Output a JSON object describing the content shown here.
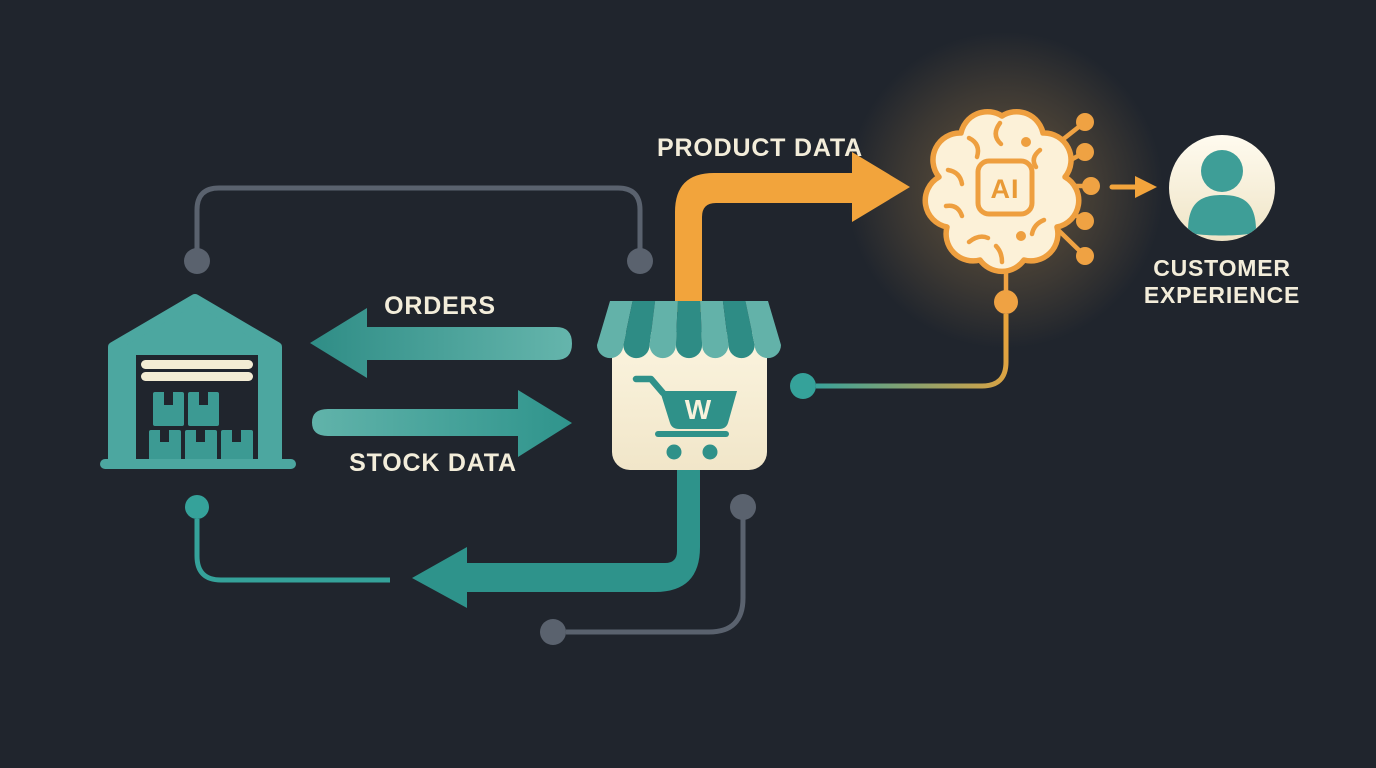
{
  "diagram": {
    "type": "flow-illustration",
    "colors": {
      "background": "#20252D",
      "teal": "#3A9E96",
      "teal_dark": "#2E8C85",
      "teal_light": "#63B2A9",
      "orange": "#F2A43C",
      "cream": "#F3EDDA",
      "gray": "#5A626E"
    },
    "nodes": {
      "warehouse": {
        "icon": "warehouse-icon"
      },
      "store": {
        "icon": "storefront-cart-icon",
        "cart_letter": "W"
      },
      "ai": {
        "icon": "ai-brain-chip-icon",
        "chip_label": "AI"
      },
      "customer": {
        "icon": "customer-avatar-icon",
        "label": "CUSTOMER EXPERIENCE"
      }
    },
    "edges": [
      {
        "id": "orders",
        "from": "store",
        "to": "warehouse",
        "label": "ORDERS",
        "style": "teal-gradient-arrow"
      },
      {
        "id": "stock-data",
        "from": "warehouse",
        "to": "store",
        "label": "STOCK DATA",
        "style": "teal-gradient-arrow"
      },
      {
        "id": "product-data",
        "from": "store",
        "to": "ai",
        "label": "PRODUCT DATA",
        "style": "orange-elbow-arrow"
      },
      {
        "id": "ai-to-customer",
        "from": "ai",
        "to": "customer",
        "label": "",
        "style": "orange-small-arrow"
      },
      {
        "id": "store-to-warehouse-return",
        "from": "store",
        "to": "warehouse",
        "label": "",
        "style": "teal-thick-elbow-arrow"
      },
      {
        "id": "warehouse-store-top-link",
        "from": "warehouse",
        "to": "store",
        "label": "",
        "style": "gray-connector"
      },
      {
        "id": "store-bottom-link",
        "from": "store",
        "to": "",
        "label": "",
        "style": "gray-connector"
      },
      {
        "id": "store-to-ai-link",
        "from": "store",
        "to": "ai",
        "label": "",
        "style": "teal-to-orange-connector"
      }
    ]
  }
}
